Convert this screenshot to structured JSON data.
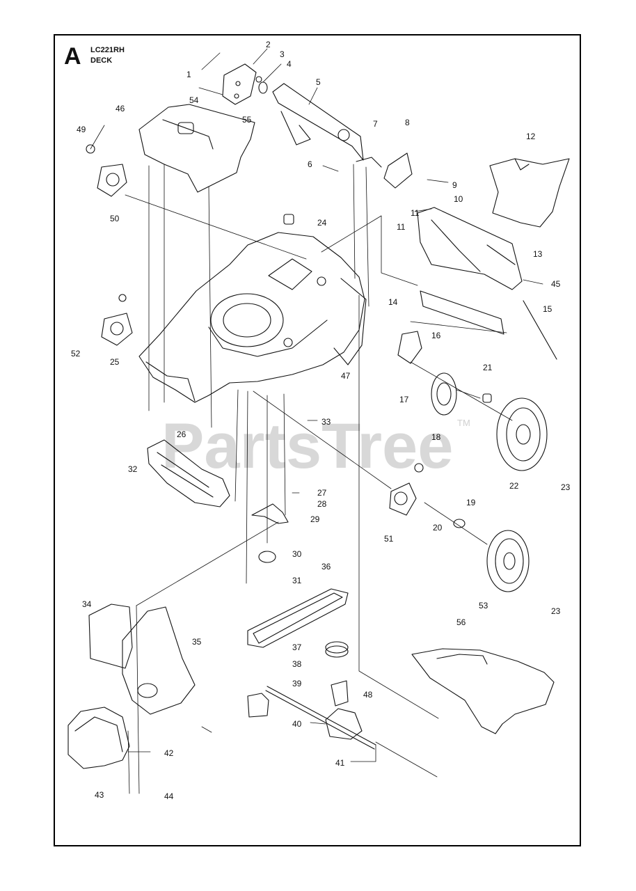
{
  "header": {
    "section_letter": "A",
    "model": "LC221RH",
    "assembly": "DECK"
  },
  "watermark": {
    "text": "PartsTree",
    "trademark": "TM"
  },
  "callouts": [
    "1",
    "2",
    "3",
    "4",
    "5",
    "6",
    "7",
    "8",
    "9",
    "10",
    "11",
    "11",
    "12",
    "13",
    "14",
    "15",
    "16",
    "17",
    "18",
    "19",
    "20",
    "21",
    "22",
    "23",
    "23",
    "24",
    "25",
    "26",
    "27",
    "28",
    "29",
    "30",
    "31",
    "32",
    "33",
    "34",
    "35",
    "36",
    "37",
    "38",
    "39",
    "40",
    "41",
    "42",
    "43",
    "44",
    "45",
    "46",
    "47",
    "48",
    "49",
    "50",
    "51",
    "52",
    "53",
    "54",
    "55",
    "56"
  ],
  "colors": {
    "line": "#111111",
    "frame": "#000000",
    "watermark": "#d8d8d8"
  }
}
